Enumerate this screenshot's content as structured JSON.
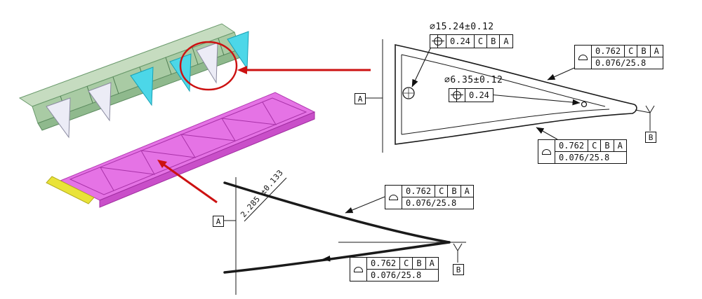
{
  "colors": {
    "accent_red": "#cc1111",
    "spar_green": "#a9cba4",
    "skin_magenta": "#e573e5",
    "rib_cyan": "#4cd7e8",
    "rib_white": "#ececf6",
    "strip_yellow": "#e9e338",
    "line_black": "#1a1a1a"
  },
  "assembly": {
    "detail_circle_icon": "red-detail-circle",
    "arrow_icons": [
      "red-arrow-to-rib-detail",
      "red-arrow-to-skin-detail"
    ]
  },
  "top_view": {
    "datum_a": "A",
    "datum_b": "B",
    "hole_large": {
      "dim": "⌀15.24±0.12",
      "fcf": {
        "symbol_icon": "position-symbol",
        "tol": "0.24",
        "datums": [
          "C",
          "B",
          "A"
        ]
      }
    },
    "hole_small": {
      "dim": "⌀6.35±0.12",
      "fcf": {
        "symbol_icon": "position-symbol",
        "tol": "0.24"
      }
    },
    "profile_upper": {
      "symbol_icon": "profile-of-surface-symbol",
      "tol": "0.762",
      "datums": [
        "C",
        "B",
        "A"
      ],
      "refinement": "0.076/25.8"
    },
    "profile_lower": {
      "symbol_icon": "profile-of-surface-symbol",
      "tol": "0.762",
      "datums": [
        "C",
        "B",
        "A"
      ],
      "refinement": "0.076/25.8"
    }
  },
  "section_view": {
    "datum_a": "A",
    "datum_b": "B",
    "thickness_dim": "2.285 ±0.133",
    "profile_upper": {
      "symbol_icon": "profile-of-surface-symbol",
      "tol": "0.762",
      "datums": [
        "C",
        "B",
        "A"
      ],
      "refinement": "0.076/25.8"
    },
    "profile_lower": {
      "symbol_icon": "profile-of-surface-symbol",
      "tol": "0.762",
      "datums": [
        "C",
        "B",
        "A"
      ],
      "refinement": "0.076/25.8"
    }
  }
}
